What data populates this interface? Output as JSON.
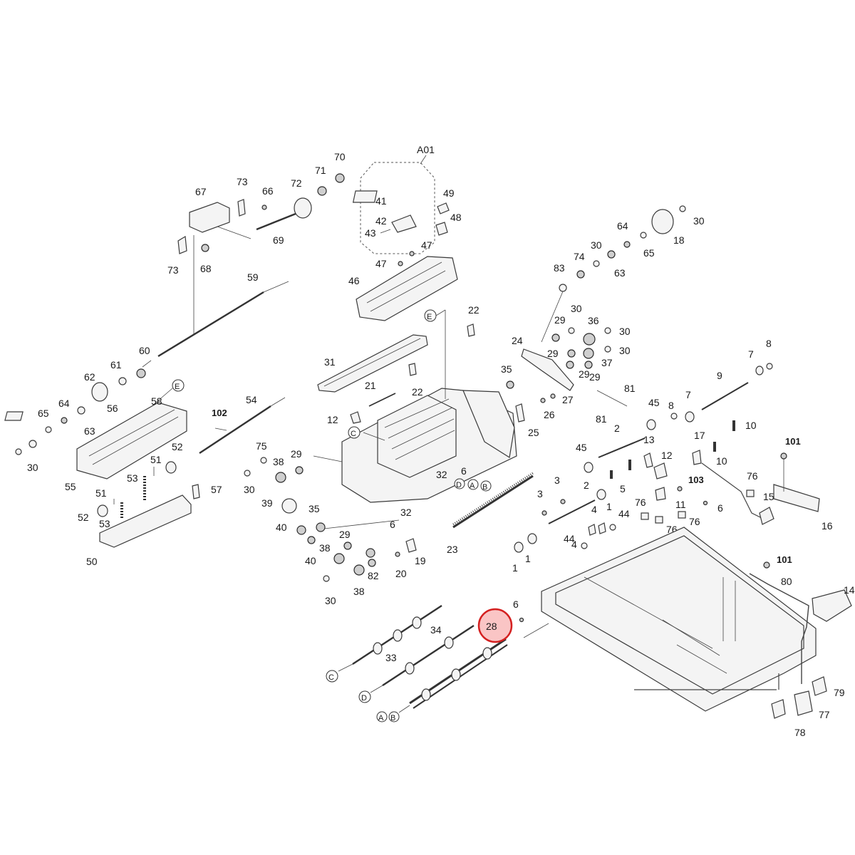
{
  "group_label": "A01",
  "highlighted_part": "28",
  "callouts": [
    "1",
    "1",
    "1",
    "2",
    "2",
    "3",
    "3",
    "4",
    "4",
    "5",
    "6",
    "6",
    "6",
    "6",
    "7",
    "7",
    "8",
    "8",
    "9",
    "10",
    "10",
    "11",
    "12",
    "12",
    "13",
    "14",
    "15",
    "16",
    "17",
    "18",
    "19",
    "20",
    "21",
    "22",
    "22",
    "23",
    "24",
    "25",
    "26",
    "27",
    "28",
    "29",
    "29",
    "29",
    "29",
    "29",
    "30",
    "30",
    "30",
    "30",
    "30",
    "30",
    "30",
    "31",
    "32",
    "32",
    "33",
    "34",
    "35",
    "35",
    "36",
    "37",
    "38",
    "38",
    "38",
    "39",
    "40",
    "40",
    "41",
    "42",
    "43",
    "44",
    "44",
    "45",
    "45",
    "46",
    "47",
    "47",
    "48",
    "49",
    "50",
    "51",
    "51",
    "52",
    "52",
    "53",
    "53",
    "54",
    "55",
    "56",
    "57",
    "58",
    "59",
    "60",
    "61",
    "62",
    "63",
    "63",
    "64",
    "64",
    "65",
    "65",
    "66",
    "67",
    "68",
    "69",
    "70",
    "71",
    "72",
    "73",
    "73",
    "74",
    "75",
    "76",
    "76",
    "76",
    "76",
    "77",
    "78",
    "79",
    "80",
    "81",
    "81",
    "82",
    "83",
    "101",
    "101",
    "102",
    "103"
  ],
  "circled_refs": [
    "A",
    "B",
    "C",
    "D",
    "E"
  ],
  "colors": {
    "highlight_fill": "#f59696",
    "highlight_stroke": "#d42020",
    "line": "#333333"
  }
}
